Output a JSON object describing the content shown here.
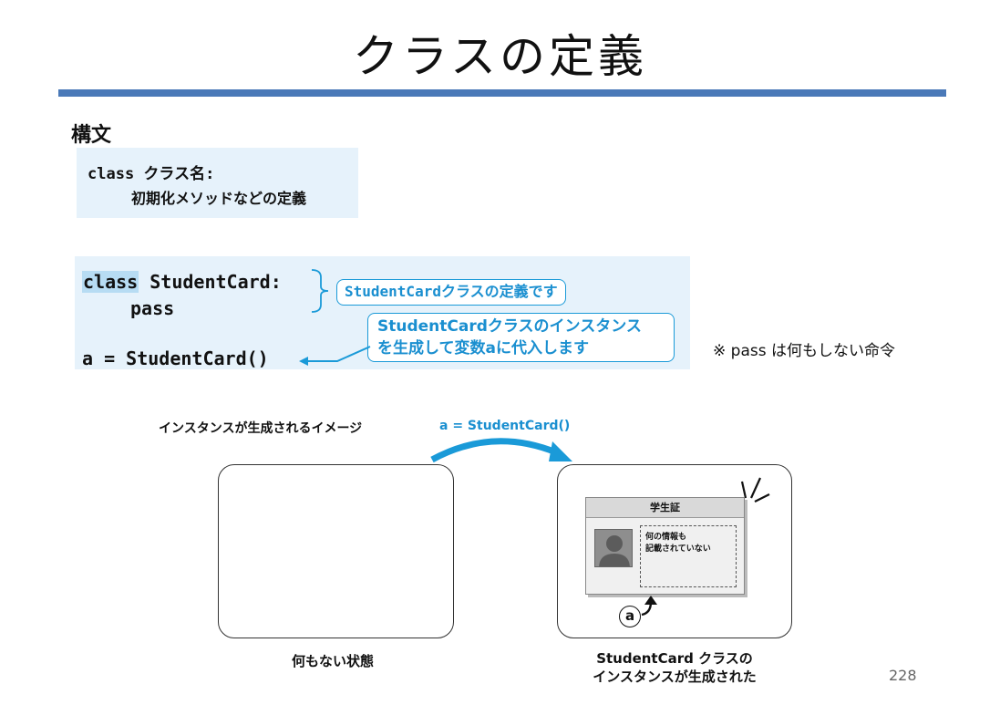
{
  "slide": {
    "title": "クラスの定義",
    "page_number": "228"
  },
  "syntax": {
    "label": "構文",
    "line1": "class クラス名:",
    "line2": "初期化メソッドなどの定義"
  },
  "code": {
    "keyword": "class",
    "line1_rest": " StudentCard:",
    "line2": "pass",
    "line3": "a = StudentCard()",
    "callout1": "StudentCardクラスの定義です",
    "callout2_line1": "StudentCardクラスのインスタンス",
    "callout2_line2": "を生成して変数aに代入します",
    "note": "※ pass は何もしない命令",
    "accent_color": "#1a9ad8"
  },
  "diagram": {
    "heading": "インスタンスが生成されるイメージ",
    "arrow_label": "a = StudentCard()",
    "left_caption": "何もない状態",
    "right_caption_line1": "StudentCard クラスの",
    "right_caption_line2": "インスタンスが生成された",
    "card": {
      "header": "学生証",
      "info_line1": "何の情報も",
      "info_line2": "記載されていない",
      "photo_icon": "person-silhouette-icon"
    },
    "pointer_label": "a"
  }
}
